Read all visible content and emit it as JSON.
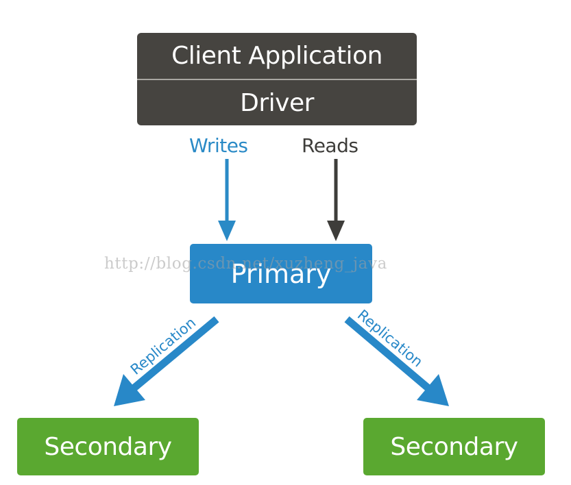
{
  "diagram": {
    "client_box": {
      "title": "Client Application",
      "subtitle": "Driver"
    },
    "edges": {
      "writes": {
        "label": "Writes",
        "from": "Driver",
        "to": "Primary"
      },
      "reads": {
        "label": "Reads",
        "from": "Driver",
        "to": "Primary"
      },
      "replication_left": {
        "label": "Replication",
        "from": "Primary",
        "to": "Secondary (left)"
      },
      "replication_right": {
        "label": "Replication",
        "from": "Primary",
        "to": "Secondary (right)"
      }
    },
    "primary": {
      "label": "Primary"
    },
    "secondaries": [
      {
        "label": "Secondary"
      },
      {
        "label": "Secondary"
      }
    ],
    "watermark": "http://blog.csdn.net/xuzheng_java"
  },
  "colors": {
    "client_box": "#464440",
    "primary": "#2888c8",
    "secondary": "#5aa830",
    "writes": "#2a8ac6",
    "reads": "#3e3d3a",
    "replication": "#2888c8"
  }
}
